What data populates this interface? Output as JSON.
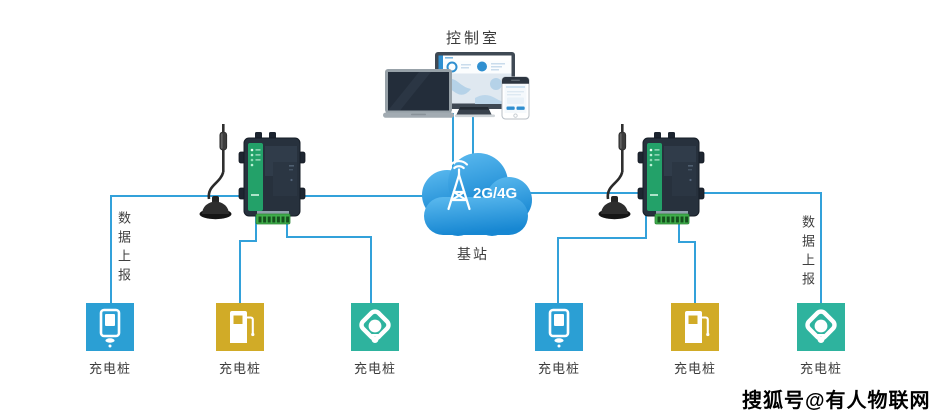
{
  "colors": {
    "line": "#33a1da",
    "cloud_accent": "#2196d8",
    "pile_blue": "#2b9fd4",
    "pile_yellow": "#d1ab27",
    "pile_teal": "#2eb39e",
    "dtu_green": "#26a36d"
  },
  "control_room": {
    "title": "控制室"
  },
  "cloud": {
    "network_label": "2G/4G",
    "caption": "基站"
  },
  "branches": {
    "left": {
      "upload_label": "数据上报"
    },
    "right": {
      "upload_label": "数据上报"
    }
  },
  "piles": [
    {
      "label": "充电桩",
      "color": "#2b9fd4",
      "icon": "charging-terminal-icon"
    },
    {
      "label": "充电桩",
      "color": "#d1ab27",
      "icon": "charging-pump-icon"
    },
    {
      "label": "充电桩",
      "color": "#2eb39e",
      "icon": "charging-plug-icon"
    },
    {
      "label": "充电桩",
      "color": "#2b9fd4",
      "icon": "charging-terminal-icon"
    },
    {
      "label": "充电桩",
      "color": "#d1ab27",
      "icon": "charging-pump-icon"
    },
    {
      "label": "充电桩",
      "color": "#2eb39e",
      "icon": "charging-plug-icon"
    }
  ],
  "watermark": {
    "text": "搜狐号@有人物联网"
  }
}
